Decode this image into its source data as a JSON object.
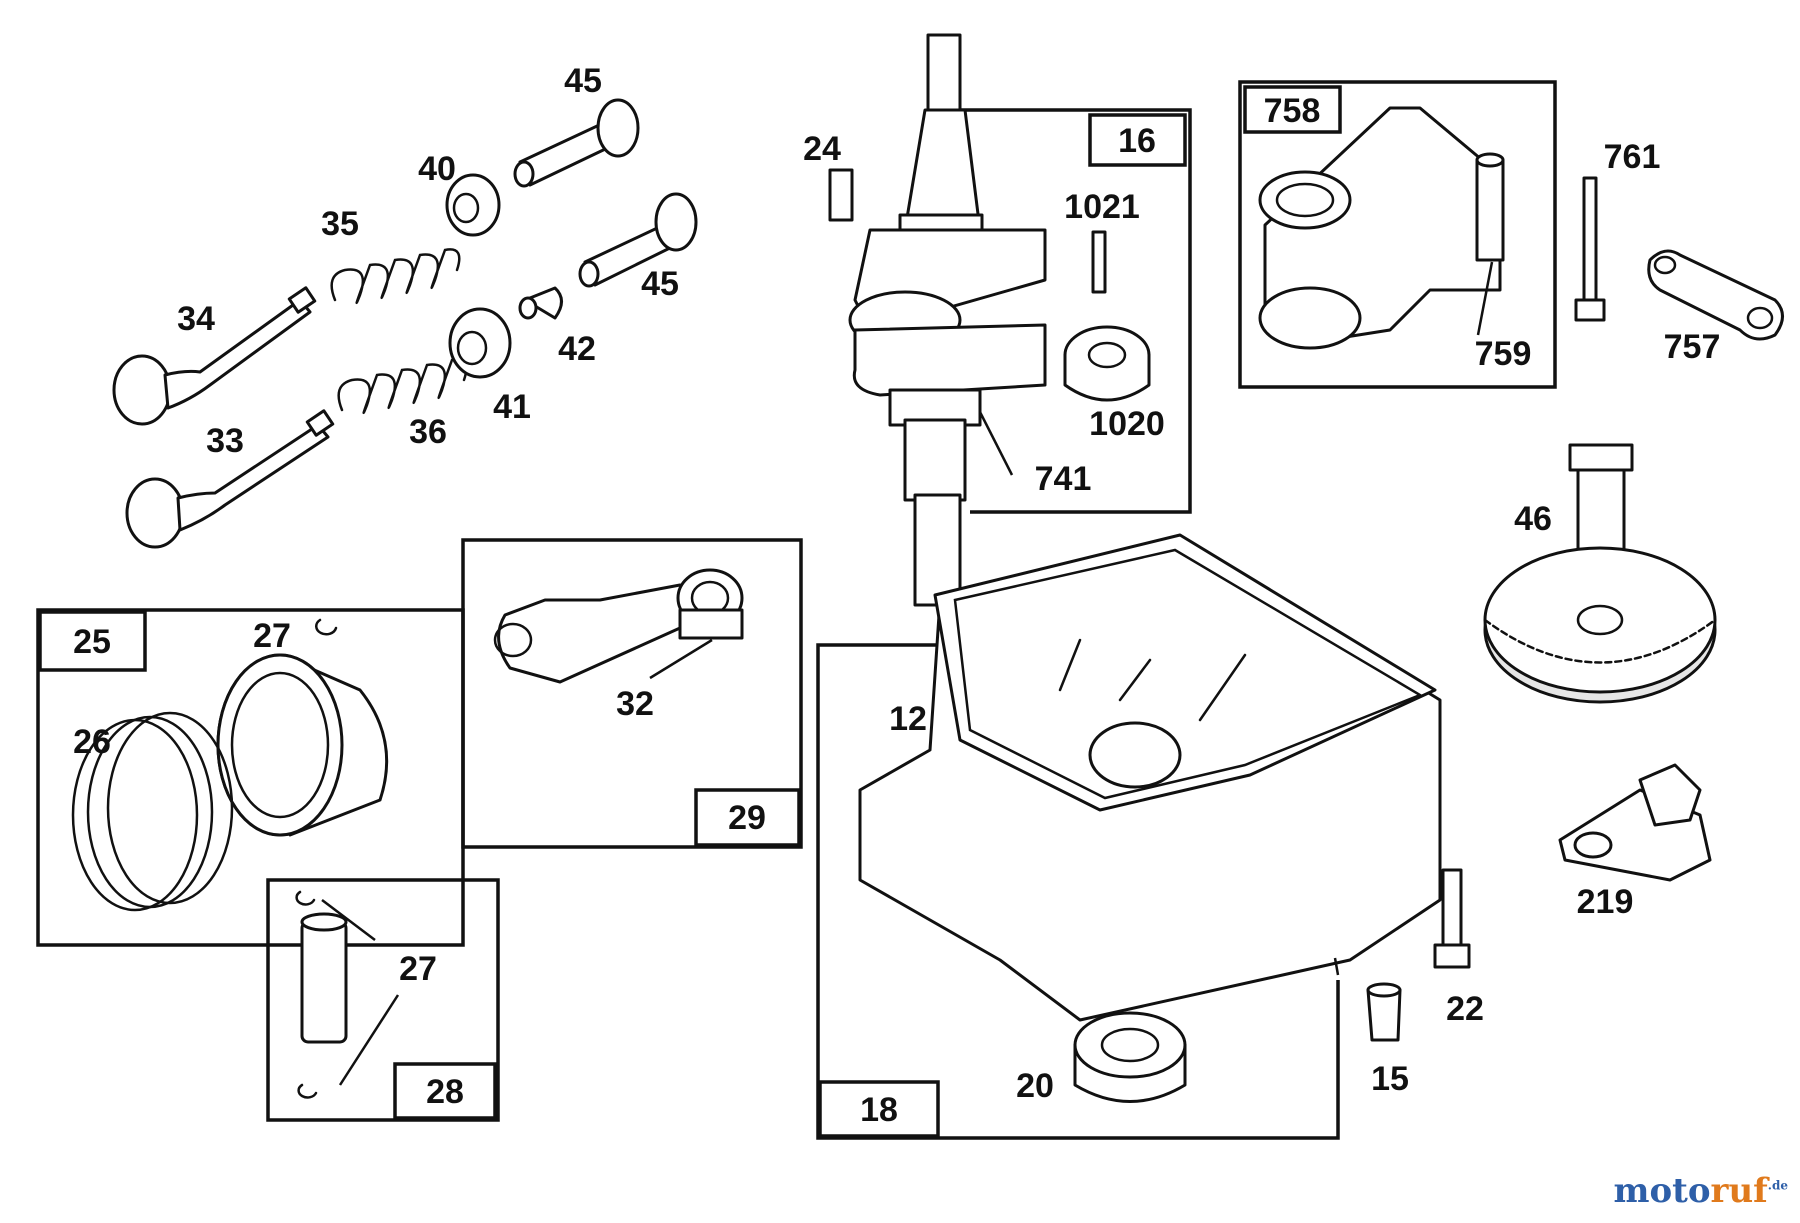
{
  "groups": {
    "g16": "16",
    "g758": "758",
    "g25": "25",
    "g29": "29",
    "g28": "28",
    "g18": "18"
  },
  "callouts": {
    "c45a": "45",
    "c45b": "45",
    "c40": "40",
    "c35": "35",
    "c34": "34",
    "c42": "42",
    "c41": "41",
    "c36": "36",
    "c33": "33",
    "c24": "24",
    "c1021": "1021",
    "c1020": "1020",
    "c741": "741",
    "c759": "759",
    "c761": "761",
    "c757": "757",
    "c46": "46",
    "c219": "219",
    "c27a": "27",
    "c26": "26",
    "c32": "32",
    "c27b": "27",
    "c12": "12",
    "c22": "22",
    "c15": "15",
    "c20": "20"
  },
  "watermark": {
    "part1": "moto",
    "part2": "ruf",
    "suffix": ".de"
  }
}
